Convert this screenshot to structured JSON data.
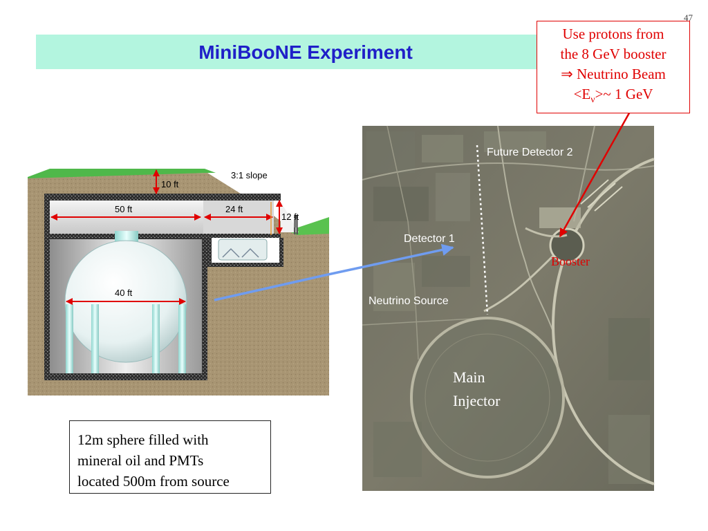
{
  "page_number": "47",
  "title": "MiniBooNE Experiment",
  "callout": {
    "line1": "Use protons from",
    "line2": "the 8 GeV booster",
    "line3_arrow": "⇒",
    "line3_text": "Neutrino Beam",
    "line4_prefix": "<E",
    "line4_sub": "ν",
    "line4_suffix": ">~ 1 GeV"
  },
  "detector_diagram": {
    "slope_label": "3:1 slope",
    "dim_overburden": "10 ft",
    "dim_hall_length": "50 ft",
    "dim_annex_length": "24 ft",
    "dim_hall_height": "12 ft",
    "dim_sphere": "40 ft"
  },
  "aerial_map": {
    "label_future_detector": "Future Detector 2",
    "label_detector1": "Detector 1",
    "label_booster": "Booster",
    "label_neutrino_source": "Neutrino Source",
    "label_main": "Main",
    "label_injector": "Injector"
  },
  "note": {
    "line1": "12m sphere filled with",
    "line2": "mineral oil and PMTs",
    "line3": "located 500m from source"
  },
  "colors": {
    "title": "#1f1fc8",
    "title_band": "#b3f5df",
    "callout": "#e00000",
    "pointer_arrow_blue": "#6f9cf0",
    "dimension_red": "#e00000"
  }
}
